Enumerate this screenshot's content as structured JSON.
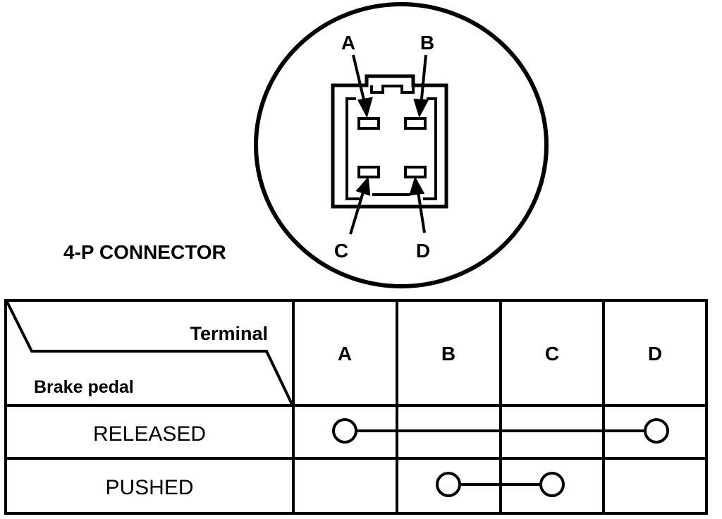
{
  "connector": {
    "caption": "4-P CONNECTOR",
    "pins": [
      {
        "label": "A"
      },
      {
        "label": "B"
      },
      {
        "label": "C"
      },
      {
        "label": "D"
      }
    ]
  },
  "table": {
    "corner_top": "Terminal",
    "corner_bottom": "Brake pedal",
    "terminals": [
      "A",
      "B",
      "C",
      "D"
    ],
    "rows": [
      {
        "label": "RELEASED",
        "connected": [
          "A",
          "D"
        ]
      },
      {
        "label": "PUSHED",
        "connected": [
          "B",
          "C"
        ]
      }
    ]
  }
}
